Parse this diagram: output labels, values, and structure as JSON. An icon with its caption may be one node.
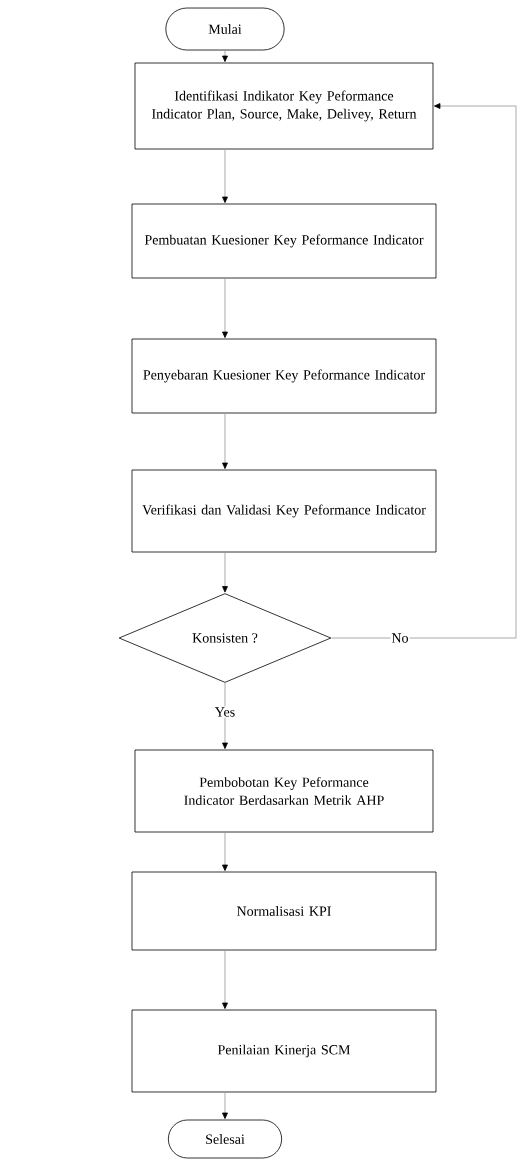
{
  "diagram": {
    "nodes": [
      {
        "text": [
          "Mulai"
        ]
      },
      {
        "text": [
          "Identifikasi Indikator Key Peformance Indicator Plan, Source, Make, Delivey, Return"
        ]
      },
      {
        "text": [
          "Pembuatan Kuesioner Key Peformance Indicator"
        ]
      },
      {
        "text": [
          "Penyebaran Kuesioner Key Peformance Indicator"
        ]
      },
      {
        "text": [
          "Verifikasi dan Validasi Key Peformance Indicator"
        ]
      },
      {
        "text": [
          "Konsisten ?"
        ]
      },
      {
        "text": [
          "Pembobotan Key Peformance Indicator Berdasarkan Metrik AHP"
        ]
      },
      {
        "text": [
          "Normalisasi KPI"
        ]
      },
      {
        "text": [
          "Penilaian Kinerja SCM"
        ]
      },
      {
        "text": [
          "Selesai"
        ]
      }
    ],
    "edges": [
      {
        "from": 0,
        "to": 1,
        "arrow": "to"
      },
      {
        "from": 1,
        "to": 2,
        "arrow": "to"
      },
      {
        "from": 2,
        "to": 3,
        "arrow": "to"
      },
      {
        "from": 3,
        "to": 4,
        "arrow": "to"
      },
      {
        "from": 4,
        "to": 5,
        "arrow": "to"
      },
      {
        "from": 5,
        "to": 6,
        "label": "Yes",
        "arrow": "to"
      },
      {
        "from": 5,
        "to": 1,
        "label": "No",
        "arrow": "to"
      },
      {
        "from": 6,
        "to": 7,
        "arrow": "to"
      },
      {
        "from": 7,
        "to": 8,
        "arrow": "to"
      },
      {
        "from": 8,
        "to": 9,
        "arrow": "to"
      }
    ]
  }
}
